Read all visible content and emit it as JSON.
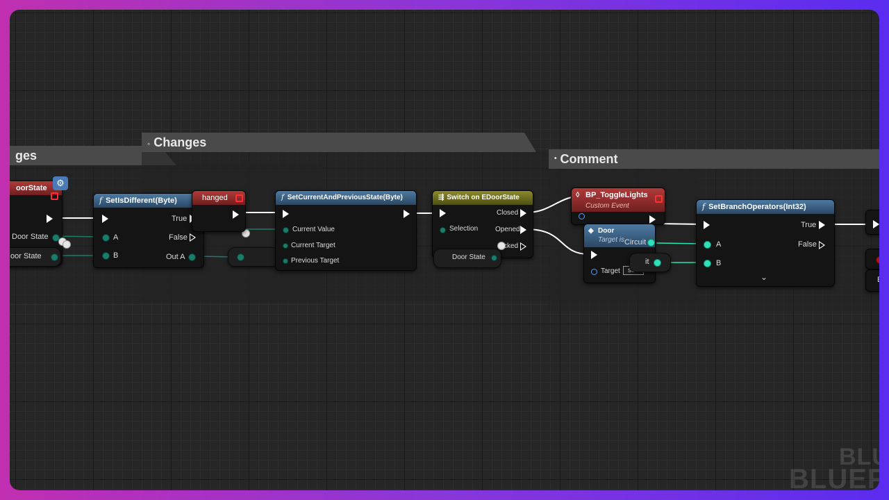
{
  "comments": {
    "left": "ges",
    "middle": "Changes",
    "right": "Comment"
  },
  "nodes": {
    "door_state_event": {
      "title": "oorState",
      "door_state_1": "Door State",
      "door_state_2": "oor State"
    },
    "set_is_different": {
      "title": "SetIsDifferent(Byte)",
      "true": "True",
      "a": "A",
      "false": "False",
      "b": "B",
      "out_a": "Out A"
    },
    "changed_event": {
      "title": "hanged"
    },
    "set_current_and_previous": {
      "title": "SetCurrentAndPreviousState(Byte)",
      "current_value": "Current Value",
      "current_target": "Current Target",
      "previous_target": "Previous Target"
    },
    "switch_door_state": {
      "title": "Switch on EDoorState",
      "selection": "Selection",
      "closed": "Closed",
      "opened": "Opened",
      "locked": "cked"
    },
    "door_state_var": {
      "label": "Door State"
    },
    "bp_toggle_lights": {
      "title": "BP_ToggleLights",
      "subtitle": "Custom Event"
    },
    "door_getter": {
      "title": "Door",
      "subtitle": "Target is",
      "circuit": "Circuit",
      "circuit2": "it",
      "target": "Target",
      "self": "self"
    },
    "set_branch_operators": {
      "title": "SetBranchOperators(Int32)",
      "true": "True",
      "a": "A",
      "false": "False",
      "b": "B"
    }
  },
  "watermark": {
    "line1": "BLU",
    "line2": "BLUEF"
  },
  "colors": {
    "exec_wire": "#ffffff",
    "byte_pin": "#1a7d6c",
    "int_pin": "#2fe0b8",
    "function_header": "#3a6288",
    "event_header": "#9a2f2f",
    "switch_header": "#7a7a20"
  },
  "icons": {
    "function": "function-f-icon",
    "event": "event-diamond-icon",
    "switch": "switch-icon",
    "expand": "chevron-down-icon",
    "delegate": "red-square-delegate-icon"
  }
}
